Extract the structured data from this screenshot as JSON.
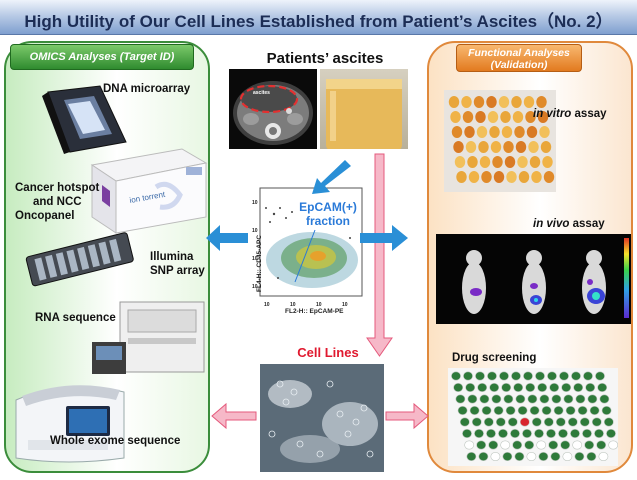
{
  "title": "High Utility of Our Cell Lines Established from Patient’s Ascites（No. 2）",
  "left_panel": {
    "tab": "OMICS Analyses (Target ID)",
    "items": [
      {
        "label": "DNA microarray"
      },
      {
        "label": "Cancer hotspot and NCC Oncopanel",
        "lines": [
          "Cancer hotspot",
          "and NCC",
          "Oncopanel"
        ]
      },
      {
        "label": "Illumina SNP array",
        "lines": [
          "Illumina",
          "SNP array"
        ]
      },
      {
        "label": "RNA sequence"
      },
      {
        "label": "Whole exome sequence"
      }
    ],
    "kit_label": "ion torrent"
  },
  "center": {
    "patients_label": "Patients’ ascites",
    "ct_label": "ascites",
    "flow": {
      "gate_label": "EpCAM(+) fraction",
      "gate_lines": [
        "EpCAM(+)",
        "fraction"
      ],
      "y_label": "FL4-H:: CD45-APC",
      "x_label": "FL2-H:: EpCAM-PE",
      "x_ticks": [
        "10",
        "10",
        "10",
        "10"
      ],
      "y_ticks": [
        "10",
        "10",
        "10",
        "10"
      ]
    },
    "cell_lines_label": "Cell Lines"
  },
  "right_panel": {
    "tab_lines": [
      "Functional Analyses",
      "(Validation)"
    ],
    "in_vitro": {
      "italic": "in vitro",
      "rest": " assay"
    },
    "in_vivo": {
      "italic": "in vivo",
      "rest": " assay"
    },
    "drug": "Drug screening"
  },
  "colors": {
    "left_border": "#3b8d3b",
    "right_border": "#e0893c",
    "arrow_blue": "#2a8fd6",
    "arrow_pink": "#f06a8a",
    "title_text": "#1c2d55",
    "cell_lines_text": "#e0192f",
    "gate_text": "#2a7ad8"
  }
}
